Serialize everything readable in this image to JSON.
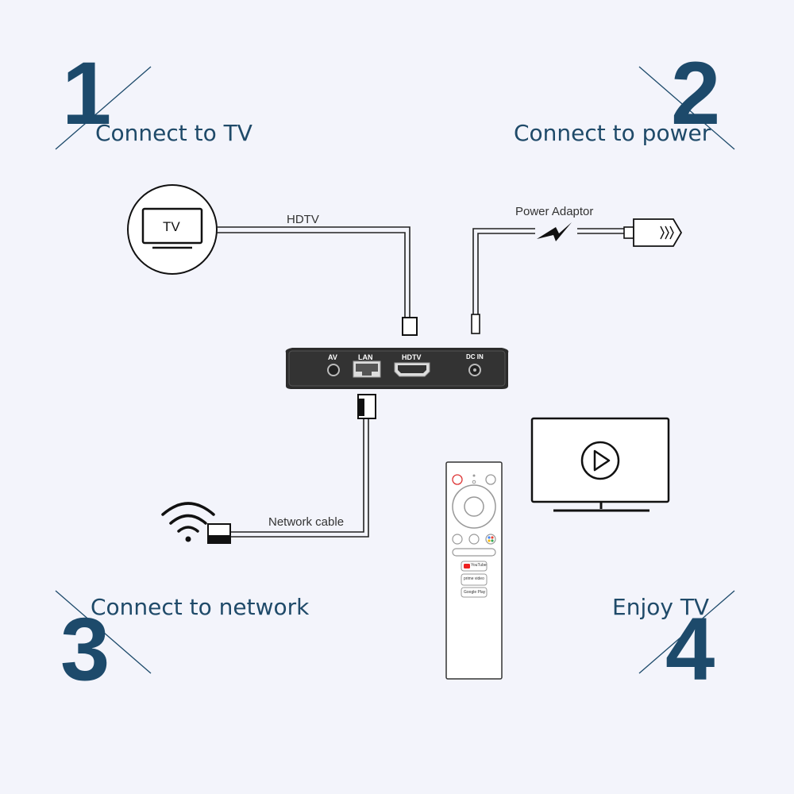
{
  "steps": [
    {
      "number": "1",
      "title": "Connect to TV"
    },
    {
      "number": "2",
      "title": "Connect to power"
    },
    {
      "number": "3",
      "title": "Connect to network"
    },
    {
      "number": "4",
      "title": "Enjoy TV"
    }
  ],
  "labels": {
    "tv_icon_text": "TV",
    "hdtv_cable": "HDTV",
    "power_adaptor": "Power Adaptor",
    "network_cable": "Network cable"
  },
  "ports": {
    "av": "AV",
    "lan": "LAN",
    "hdtv": "HDTV",
    "dc_in": "DC IN"
  },
  "remote": {
    "youtube": "YouTube",
    "prime": "prime video",
    "google_play": "Google Play"
  },
  "colors": {
    "accent": "#1d4a6b",
    "divider": "#4aa3b5",
    "background": "#f3f4fb"
  },
  "icons": [
    "tv-icon",
    "lightning-icon",
    "plug-icon",
    "wifi-icon",
    "play-icon",
    "power-icon",
    "mute-icon",
    "back-icon",
    "home-icon",
    "assistant-icon"
  ]
}
